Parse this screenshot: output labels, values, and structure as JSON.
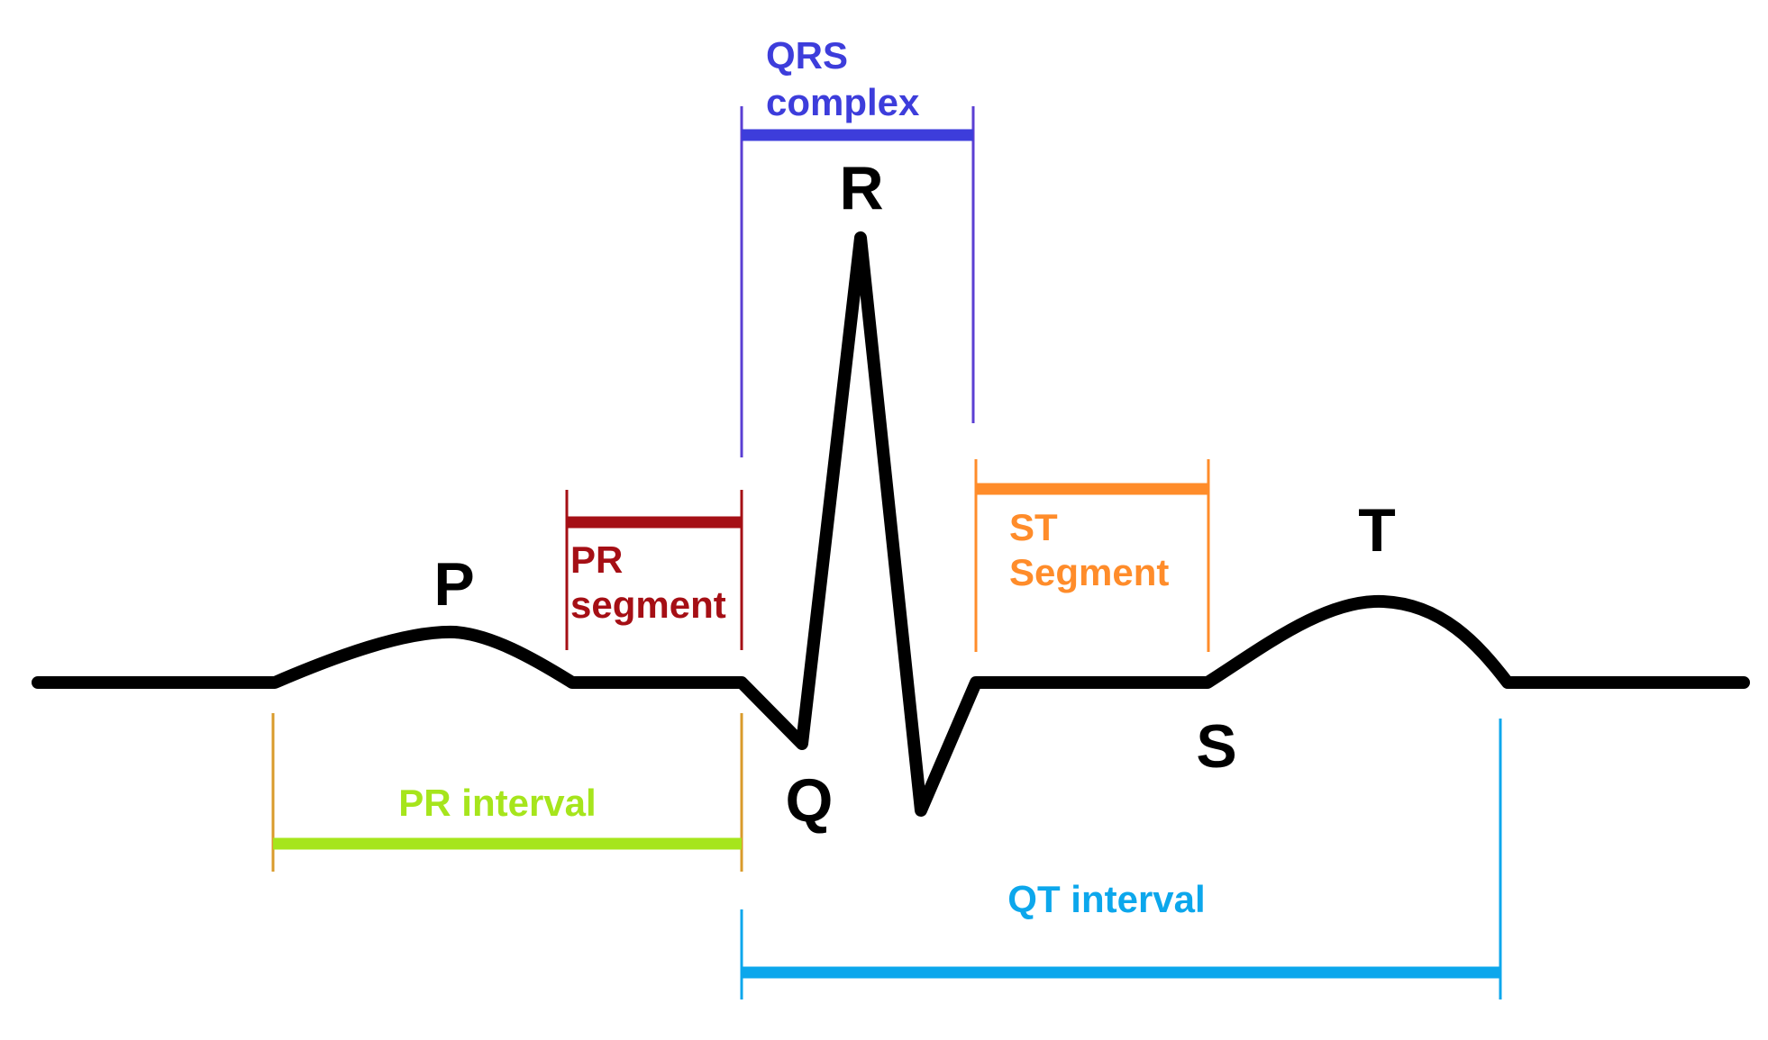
{
  "wave_labels": {
    "p": "P",
    "q": "Q",
    "r": "R",
    "s": "S",
    "t": "T"
  },
  "intervals": {
    "qrs_complex": {
      "line1": "QRS",
      "line2": "complex",
      "color": "#3D3DDB"
    },
    "pr_segment": {
      "line1": "PR",
      "line2": "segment",
      "color": "#A50F15"
    },
    "st_segment": {
      "line1": "ST",
      "line2": "Segment",
      "color": "#FF8C2A"
    },
    "pr_interval": {
      "label": "PR interval",
      "color": "#A6E51C",
      "tick_color": "#D99B2B"
    },
    "qt_interval": {
      "label": "QT interval",
      "color": "#0CA7EC"
    }
  },
  "colors": {
    "trace": "#000000",
    "background": "#FFFFFF"
  }
}
